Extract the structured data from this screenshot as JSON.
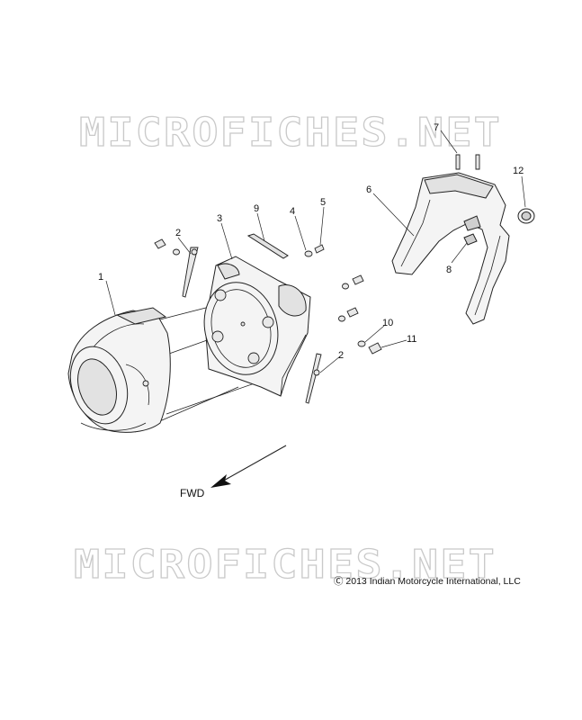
{
  "watermark": {
    "top": "MICROFICHES.NET",
    "bottom": "MICROFICHES.NET"
  },
  "callouts": {
    "c1": "1",
    "c2a": "2",
    "c2b": "2",
    "c3": "3",
    "c4": "4",
    "c5": "5",
    "c6": "6",
    "c7": "7",
    "c8": "8",
    "c9": "9",
    "c10": "10",
    "c11": "11",
    "c12": "12"
  },
  "direction_label": "FWD",
  "copyright": "Ⓒ 2013 Indian Motorcycle International, LLC"
}
